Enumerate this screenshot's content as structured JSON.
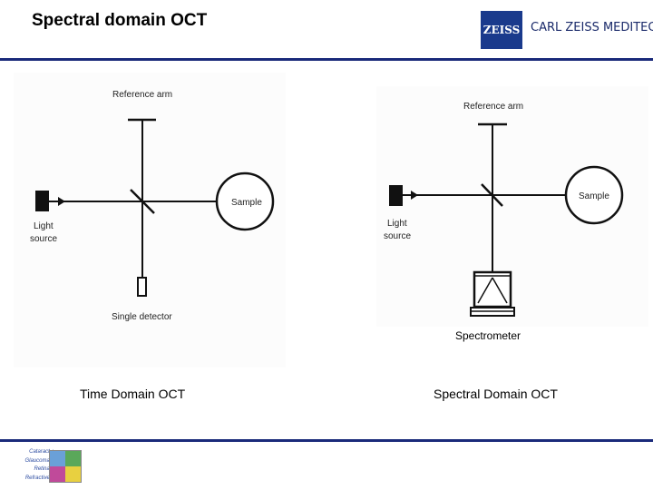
{
  "header": {
    "title": "Spectral domain OCT",
    "logo_mark": "ZEISS",
    "logo_text": "CARL ZEISS MEDITEC"
  },
  "left_diagram": {
    "reference_arm": "Reference arm",
    "sample": "Sample",
    "light_source_line1": "Light",
    "light_source_line2": "source",
    "detector": "Single detector",
    "caption": "Time Domain OCT"
  },
  "right_diagram": {
    "reference_arm": "Reference arm",
    "sample": "Sample",
    "light_source_line1": "Light",
    "light_source_line2": "source",
    "detector": "Spectrometer",
    "caption": "Spectral Domain OCT"
  },
  "footer_badge": {
    "items": [
      "Cataract +",
      "Glaucoma +",
      "Retina +",
      "Refractive +"
    ],
    "colors": [
      "#6aa0d8",
      "#5aa85a",
      "#c04a9a",
      "#e8d040"
    ]
  }
}
